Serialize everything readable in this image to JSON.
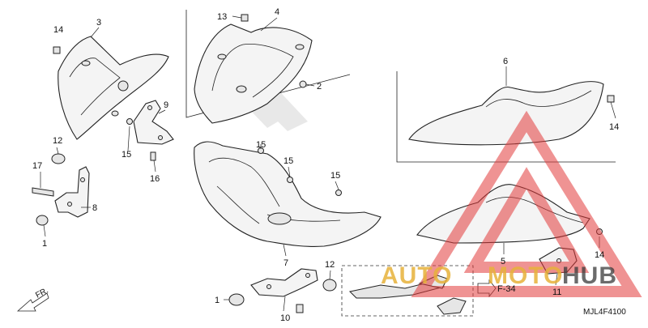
{
  "labels": {
    "1a": "1",
    "1b": "1",
    "2": "2",
    "3": "3",
    "4": "4",
    "5": "5",
    "6": "6",
    "7": "7",
    "8": "8",
    "9": "9",
    "10": "10",
    "11": "11",
    "12a": "12",
    "12b": "12",
    "13": "13",
    "14a": "14",
    "14b": "14",
    "14c": "14",
    "15a": "15",
    "15b": "15",
    "15c": "15",
    "15d": "15",
    "16": "16",
    "17": "17"
  },
  "reference": {
    "f34": "F-34",
    "front": "FR.",
    "code": "MJL4F4100"
  },
  "watermark": {
    "part1": "AUTO",
    "part2": "MOTO",
    "part3": "HUB"
  },
  "colors": {
    "watermark_triangle": "#e23b3b",
    "watermark_text": "#e7b23a",
    "line_art": "#222222"
  }
}
